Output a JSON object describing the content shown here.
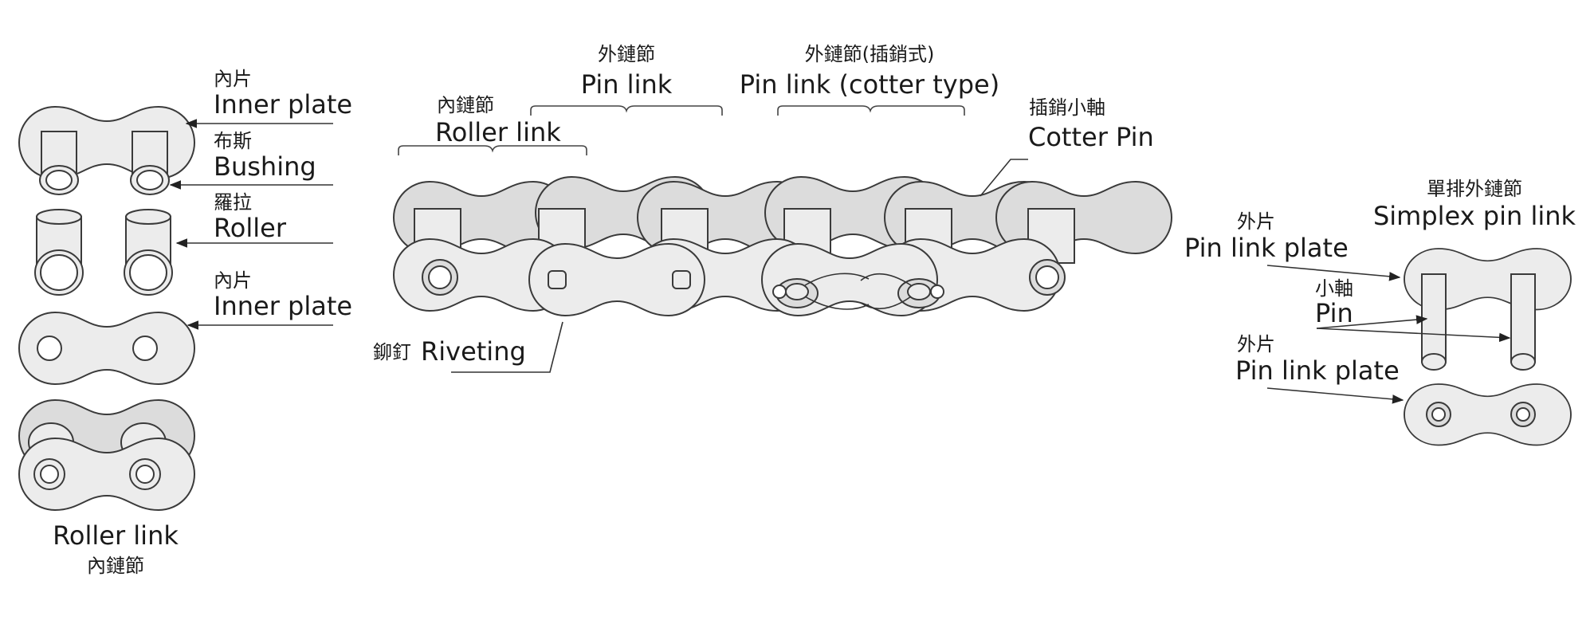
{
  "labels": {
    "left": {
      "inner_plate_top": {
        "zh": "內片",
        "en": "Inner plate"
      },
      "bushing": {
        "zh": "布斯",
        "en": "Bushing"
      },
      "roller": {
        "zh": "羅拉",
        "en": "Roller"
      },
      "inner_plate_bottom": {
        "zh": "內片",
        "en": "Inner plate"
      },
      "roller_link_caption": {
        "en": "Roller link",
        "zh": "內鏈節"
      }
    },
    "center": {
      "roller_link": {
        "zh": "內鏈節",
        "en": "Roller link"
      },
      "pin_link": {
        "zh": "外鏈節",
        "en": "Pin link"
      },
      "pin_link_cotter": {
        "zh": "外鏈節(插銷式)",
        "en": "Pin link (cotter type)"
      },
      "cotter_pin": {
        "zh": "插銷小軸",
        "en": "Cotter Pin"
      },
      "riveting": {
        "zh": "鉚釘",
        "en": "Riveting"
      }
    },
    "right": {
      "simplex_pin_link": {
        "zh": "單排外鏈節",
        "en": "Simplex pin link"
      },
      "pin_link_plate_top": {
        "zh": "外片",
        "en": "Pin link plate"
      },
      "pin": {
        "zh": "小軸",
        "en": "Pin"
      },
      "pin_link_plate_bottom": {
        "zh": "外片",
        "en": "Pin link plate"
      }
    }
  }
}
